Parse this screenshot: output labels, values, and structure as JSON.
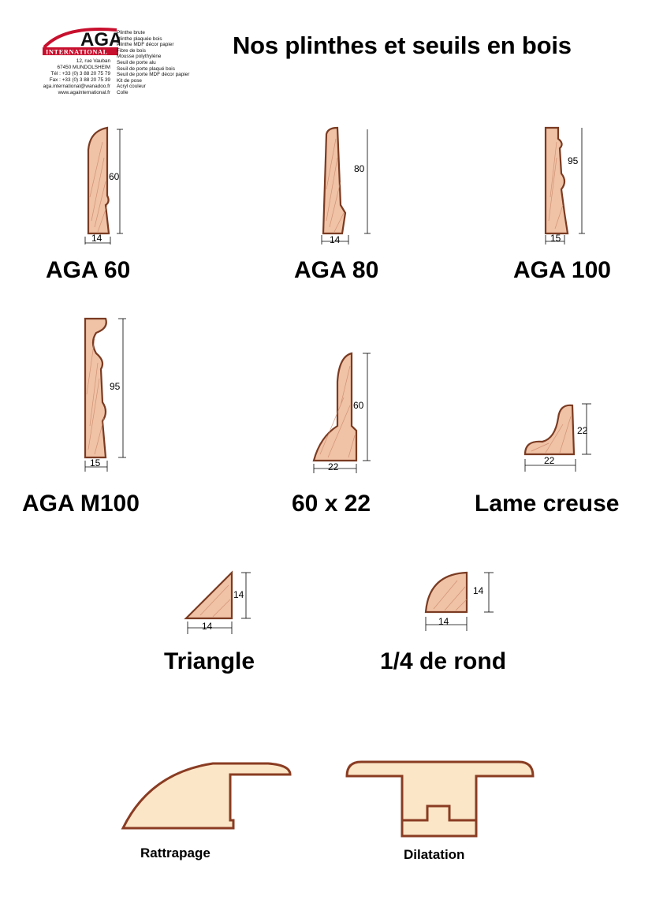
{
  "header": {
    "title": "Nos plinthes et seuils en bois",
    "logo": {
      "brand": "AGA",
      "subbrand": "INTERNATIONAL",
      "brand_color": "#c8102e"
    },
    "address": [
      "12, rue Vauban",
      "67450 MUNDOLSHEIM",
      "Tél : +33 (0) 3 88 20 75 79",
      "Fax : +33 (0) 3 88 20 75 39",
      "aga.international@wanadoo.fr",
      "www.againternational.fr"
    ],
    "products": [
      "Plinthe brute",
      "Plinthe plaquée bois",
      "Plinthe MDF décor papier",
      "Fibre de bois",
      "Mousse polythylène",
      "Seuil de porte alu",
      "Seuil de porte plaqué bois",
      "Seuil de porte MDF décor papier",
      "Kit de pose",
      "Acryl couleur",
      "Colle"
    ]
  },
  "colors": {
    "wood_fill": "#f0c2a6",
    "wood_edge": "#7a3b22",
    "threshold_fill": "#fbe6c7",
    "threshold_edge": "#8a3c22"
  },
  "profiles": [
    {
      "name": "AGA 60",
      "height": "60",
      "width": "14"
    },
    {
      "name": "AGA 80",
      "height": "80",
      "width": "14"
    },
    {
      "name": "AGA 100",
      "height": "95",
      "width": "15"
    },
    {
      "name": "AGA M100",
      "height": "95",
      "width": "15"
    },
    {
      "name": "60 x 22",
      "height": "60",
      "width": "22"
    },
    {
      "name": "Lame creuse",
      "height": "22",
      "width": "22"
    },
    {
      "name": "Triangle",
      "height": "14",
      "width": "14"
    },
    {
      "name": "1/4 de rond",
      "height": "14",
      "width": "14"
    }
  ],
  "thresholds": [
    {
      "name": "Rattrapage"
    },
    {
      "name": "Dilatation"
    }
  ]
}
